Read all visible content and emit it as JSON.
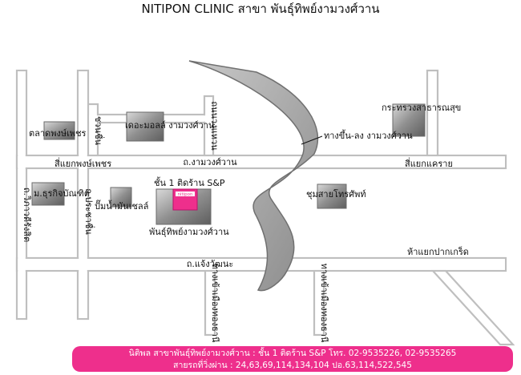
{
  "title": "NITIPON CLINIC สาขา พันธุ์ทิพย์งามวงศ์วาน",
  "roads": {
    "ngamwongwan": "ถ.งามวงศ์วาน",
    "chaengwattana": "ถ.แจ้งวัฒนะ",
    "vibhavadi": "ถ.วิภาวดีรังสิต",
    "prachachuen": "ถ.ประชาชื่น",
    "soi_chaeng_1": "ทางเข้าเมืองทองธานี",
    "soi_chaeng_2": "ทางเข้าเมืองทองธานี",
    "soi_ngamwong_north": "ถนนวงแหวน",
    "soi_prachachuen": "ชวนชื่น"
  },
  "labels": {
    "flyover": "ทางขึ้น-ลง งามวงศ์วาน",
    "intersection_kasetsart": "สี่แยกแคราย",
    "intersection_pongphet": "สี่แยกพงษ์เพชร",
    "intersection_pakkret": "ห้าแยกปากเกร็ด"
  },
  "places": {
    "pongphet_market": "ตลาดพงษ์เพชร",
    "the_mall": "เดอะมอลล์ งามวงศ์วาน",
    "ministry": "กระทรวงสาธารณสุข",
    "bank": "ม.ธุรกิจบัณฑิต",
    "gas_station": "ปั๊มน้ำมันเชลล์",
    "pantip": "พันธุ์ทิพย์งามวงศ์วาน",
    "chumsai_telephone": "ชุมสายโทรศัพท์",
    "clinic_floor": "ชั้น 1 ติดร้าน S&P",
    "clinic_logo": "nitipon"
  },
  "footer": {
    "line1": "นิติพล สาขาพันธุ์ทิพย์งามวงศ์วาน : ชั้น 1 ติดร้าน S&P    โทร. 02-9535226, 02-9535265",
    "line2": "สายรถที่วิ่งผ่าน : 24,63,69,114,134,104 ปอ.63,114,522,545"
  },
  "colors": {
    "accent_pink": "#ee2f8c",
    "road_outline": "#bfbfbf",
    "building_gray": "#8a8a8a"
  }
}
